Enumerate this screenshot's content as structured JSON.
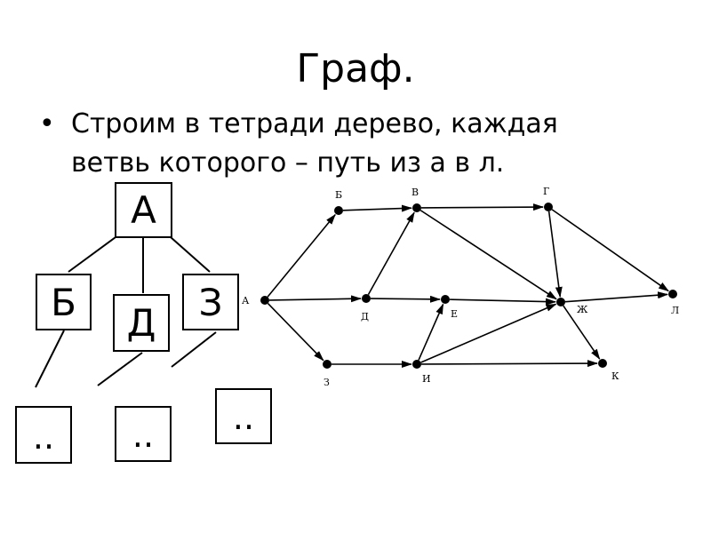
{
  "slide": {
    "title": "Граф.",
    "bullet_line1": "Строим в тетради дерево, каждая",
    "bullet_line2": "ветвь которого – путь из а в л."
  },
  "tree": {
    "root": "А",
    "child_left": "Б",
    "child_middle": "Д",
    "child_right": "З",
    "placeholder": ".."
  },
  "graph": {
    "nodes": [
      {
        "id": "A",
        "label": "А"
      },
      {
        "id": "B",
        "label": "Б"
      },
      {
        "id": "V",
        "label": "В"
      },
      {
        "id": "G",
        "label": "Г"
      },
      {
        "id": "D",
        "label": "Д"
      },
      {
        "id": "E",
        "label": "Е"
      },
      {
        "id": "ZH",
        "label": "Ж"
      },
      {
        "id": "L",
        "label": "Л"
      },
      {
        "id": "Z",
        "label": "З"
      },
      {
        "id": "I",
        "label": "И"
      },
      {
        "id": "K",
        "label": "К"
      }
    ],
    "edges": [
      [
        "A",
        "B"
      ],
      [
        "A",
        "D"
      ],
      [
        "A",
        "Z"
      ],
      [
        "B",
        "V"
      ],
      [
        "D",
        "V"
      ],
      [
        "D",
        "E"
      ],
      [
        "V",
        "G"
      ],
      [
        "V",
        "ZH"
      ],
      [
        "G",
        "ZH"
      ],
      [
        "G",
        "L"
      ],
      [
        "E",
        "ZH"
      ],
      [
        "ZH",
        "L"
      ],
      [
        "ZH",
        "K"
      ],
      [
        "Z",
        "I"
      ],
      [
        "I",
        "E"
      ],
      [
        "I",
        "ZH"
      ],
      [
        "I",
        "K"
      ]
    ]
  }
}
